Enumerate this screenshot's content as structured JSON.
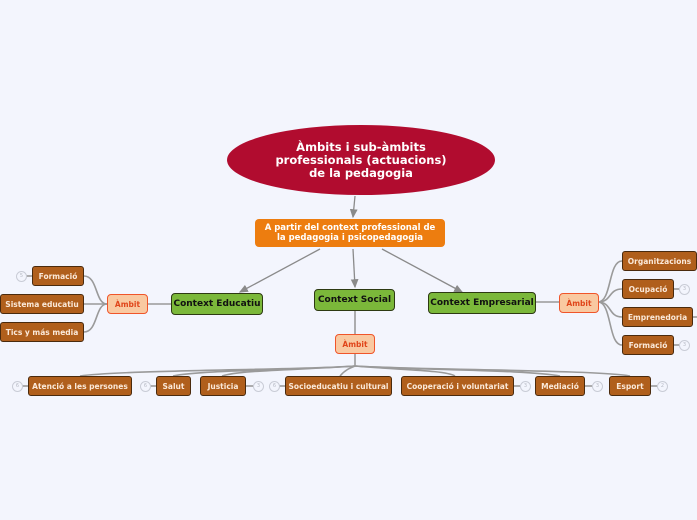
{
  "root": {
    "title": "Àmbits i sub-àmbits professionals (actuacions) de la pedagogia"
  },
  "subtitle": {
    "label": "A partir del context professional de la pedagogia i psicopedagogia"
  },
  "colors": {
    "root": "#b10c2f",
    "subtitle": "#ed7d0f",
    "context": "#7bb83a",
    "ambit_fill": "#f9c9a1",
    "ambit_text": "#e0451a",
    "leaf": "#b05f1c",
    "background": "#f3f5fd",
    "connector": "#8a8a8a"
  },
  "contexts": {
    "educatiu": {
      "label": "Context Educatiu",
      "ambit": "Àmbit",
      "items": [
        {
          "label": "Formació",
          "badge": "5"
        },
        {
          "label": "Sistema educatiu",
          "badge": null
        },
        {
          "label": "Tics y más media",
          "badge": null
        }
      ]
    },
    "social": {
      "label": "Context Social",
      "ambit": "Àmbit",
      "items": [
        {
          "label": "Atenció a les persones",
          "badge": "6"
        },
        {
          "label": "Salut",
          "badge": "6"
        },
        {
          "label": "Justicia",
          "badge": "3"
        },
        {
          "label": "Socioeducatiu i cultural",
          "badge": "6"
        },
        {
          "label": "Cooperació i voluntariat",
          "badge": "3"
        },
        {
          "label": "Mediació",
          "badge": "3"
        },
        {
          "label": "Esport",
          "badge": "2"
        }
      ]
    },
    "empresarial": {
      "label": "Context Empresarial",
      "ambit": "Àmbit",
      "items": [
        {
          "label": "Organitzacions",
          "badge": null
        },
        {
          "label": "Ocupació",
          "badge": "3"
        },
        {
          "label": "Emprenedoria",
          "badge": null
        },
        {
          "label": "Formació",
          "badge": "3"
        }
      ]
    }
  }
}
